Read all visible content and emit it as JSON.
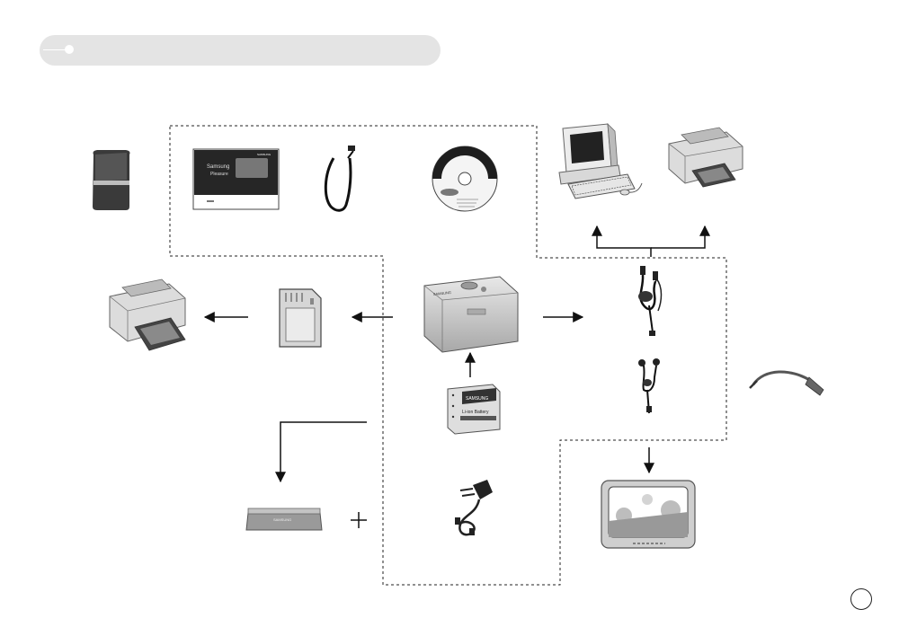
{
  "header": {
    "title": ""
  },
  "items": {
    "manual_brand": "SAMSUNG",
    "manual_title_1": "Samsung",
    "manual_title_2": "Pleasure",
    "battery_brand": "SAMSUNG",
    "battery_label": "Li-ion Battery",
    "cradle_brand": "SAMSUNG",
    "camera_brand": "SAMSUNG"
  },
  "colors": {
    "dash": "#222222",
    "header": "#e4e4e4",
    "device": "#c8c8c8"
  }
}
